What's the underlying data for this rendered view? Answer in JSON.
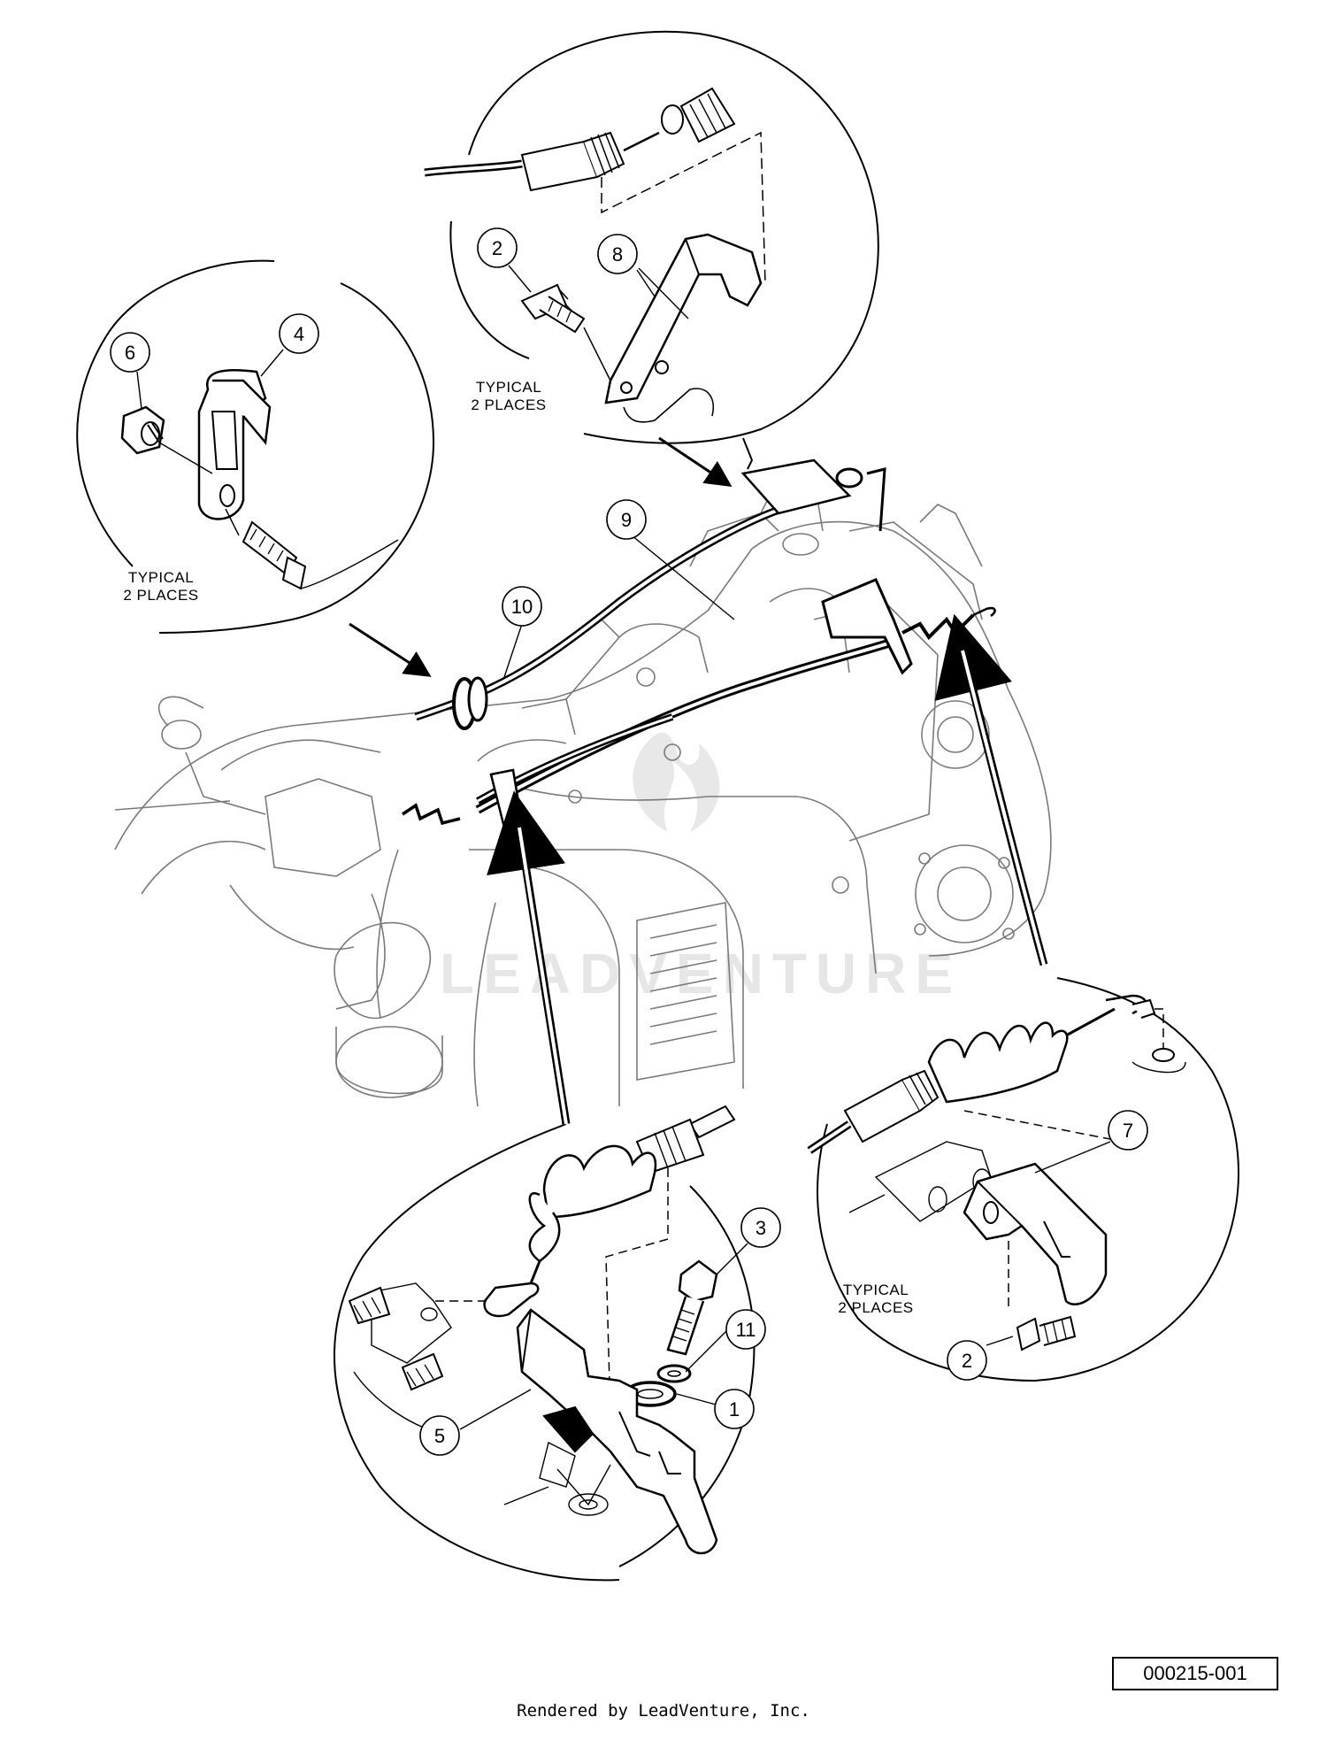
{
  "diagram": {
    "watermark": "LEADVENTURE",
    "callouts": [
      {
        "id": "top-2",
        "label": "2"
      },
      {
        "id": "top-8",
        "label": "8"
      },
      {
        "id": "left-6",
        "label": "6"
      },
      {
        "id": "left-4",
        "label": "4"
      },
      {
        "id": "main-9",
        "label": "9"
      },
      {
        "id": "main-10",
        "label": "10"
      },
      {
        "id": "br-7",
        "label": "7"
      },
      {
        "id": "br-2",
        "label": "2"
      },
      {
        "id": "bl-3",
        "label": "3"
      },
      {
        "id": "bl-11",
        "label": "11"
      },
      {
        "id": "bl-1",
        "label": "1"
      },
      {
        "id": "bl-5",
        "label": "5"
      }
    ],
    "notes": [
      {
        "id": "top",
        "lines": [
          "TYPICAL",
          "2 PLACES"
        ]
      },
      {
        "id": "left",
        "lines": [
          "TYPICAL",
          "2 PLACES"
        ]
      },
      {
        "id": "br",
        "lines": [
          "TYPICAL",
          "2 PLACES"
        ]
      }
    ]
  },
  "drawing_code": "000215-001",
  "footer": "Rendered by LeadVenture, Inc."
}
